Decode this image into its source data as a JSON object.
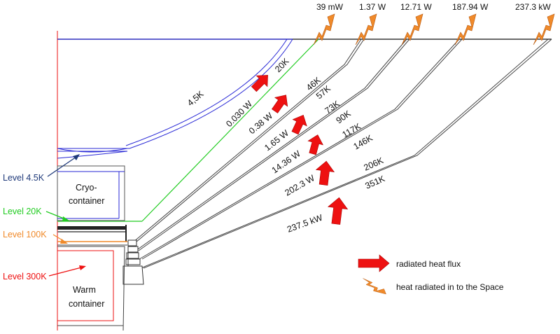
{
  "colors": {
    "blue": "#2a2ad6",
    "green": "#22cc22",
    "orange": "#f08a2a",
    "red": "#ee1111",
    "dark_blue": "#1f3a7a",
    "shield_stroke": "#444444"
  },
  "space_flux": [
    "39 mW",
    "1.37 W",
    "12.71 W",
    "187.94 W",
    "237.3 kW"
  ],
  "temperatures": {
    "t_45": "4,5K",
    "t_20": "20K",
    "t_46": "46K",
    "t_57": "57K",
    "t_73": "73K",
    "t_90": "90K",
    "t_117": "117K",
    "t_146": "146K",
    "t_206": "206K",
    "t_351": "351K"
  },
  "heat_values": {
    "h1": "0.030 W",
    "h2": "0.38 W",
    "h3": "1.65 W",
    "h4": "14.36 W",
    "h5": "202.3 W",
    "h6": "237.5 kW"
  },
  "levels": {
    "l45": "Level 4.5K",
    "l20": "Level 20K",
    "l100": "Level 100K",
    "l300": "Level 300K"
  },
  "containers": {
    "cryo_line1": "Cryo-",
    "cryo_line2": "container",
    "warm_line1": "Warm",
    "warm_line2": "container"
  },
  "legend": {
    "radiated": "radiated heat flux",
    "space": "heat radiated in to the Space"
  }
}
